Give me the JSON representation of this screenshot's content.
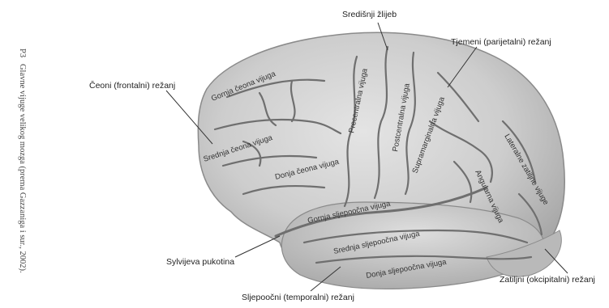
{
  "figure": {
    "caption_number": "P3",
    "caption_text": "Glavne vijuge velikog mozga (prema Gazzaniga i sur., 2002)."
  },
  "callouts": {
    "sredisnji": "Središnji žlijeb",
    "tjemeni": "Tjemeni (parijetalni) režanj",
    "ceoni": "Čeoni (frontalni) režanj",
    "sylvijeva": "Sylvijeva pukotina",
    "sljepoocni": "Sljepoočni (temporalni) režanj",
    "zatiljni": "Zatiljni (okcipitalni) režanj"
  },
  "gyri": {
    "gornja_ceona": "Gornja čeona vijuga",
    "srednja_ceona": "Srednja čeona vijuga",
    "donja_ceona": "Donja čeona vijuga",
    "precentralna": "Precentralna vijuga",
    "postcentralna": "Postcentralna vijuga",
    "supramarginalna": "Supramarginalna vijuga",
    "angularna": "Angularna vijuga",
    "lateralne_zatiljne": "Lateralne zatiljne vijuge",
    "gornja_sljepoocna": "Gornja sljepoočna vijuga",
    "srednja_sljepoocna": "Srednja sljepoočna vijuga",
    "donja_sljepoocna": "Donja sljepoočna vijuga"
  },
  "colors": {
    "brain_fill": "#cfcfcf",
    "brain_shadow": "#9a9a9a",
    "sulcus": "#6f6f6f",
    "text": "#222222"
  }
}
